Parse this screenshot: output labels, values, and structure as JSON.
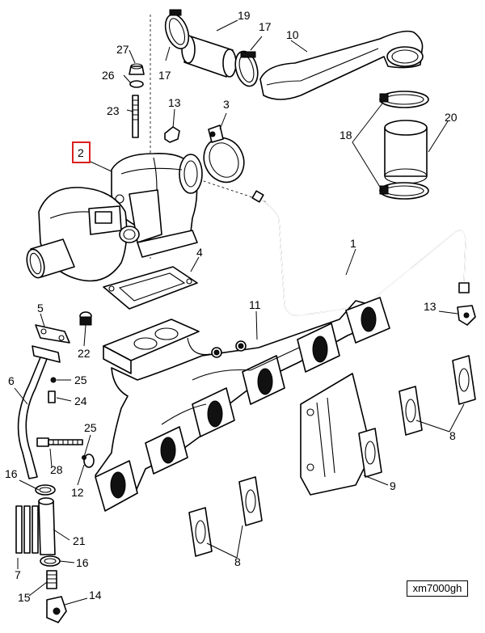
{
  "callouts": {
    "c1": "1",
    "c2": "2",
    "c3": "3",
    "c4": "4",
    "c5": "5",
    "c6": "6",
    "c7": "7",
    "c8a": "8",
    "c8b": "8",
    "c9": "9",
    "c10": "10",
    "c11": "11",
    "c12": "12",
    "c13a": "13",
    "c13b": "13",
    "c14": "14",
    "c15": "15",
    "c16a": "16",
    "c16b": "16",
    "c17a": "17",
    "c17b": "17",
    "c18": "18",
    "c19": "19",
    "c20": "20",
    "c21": "21",
    "c22": "22",
    "c23": "23",
    "c24": "24",
    "c25a": "25",
    "c25b": "25",
    "c26": "26",
    "c27": "27",
    "c28": "28"
  },
  "reference_code": "xm7000gh",
  "highlight": {
    "callout": "2",
    "color": "#d92020"
  }
}
